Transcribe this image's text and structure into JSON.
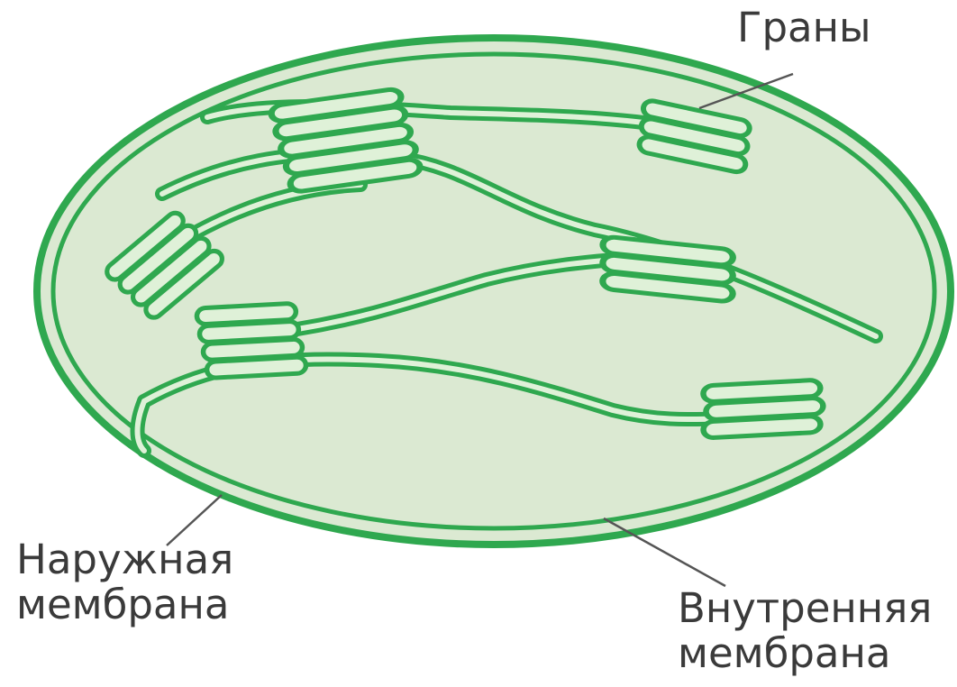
{
  "labels": {
    "grana": "Граны",
    "outer_membrane_line1": "Наружная",
    "outer_membrane_line2": "мембрана",
    "inner_membrane_line1": "Внутренняя",
    "inner_membrane_line2": "мембрана"
  },
  "colors": {
    "stroma_fill": "#dbe9d2",
    "membrane_stroke": "#2fa84f",
    "membrane_light": "#dff1d8",
    "label_text": "#3a3a3a",
    "pointer_line": "#555555"
  },
  "icons": [
    "chloroplast-diagram"
  ]
}
